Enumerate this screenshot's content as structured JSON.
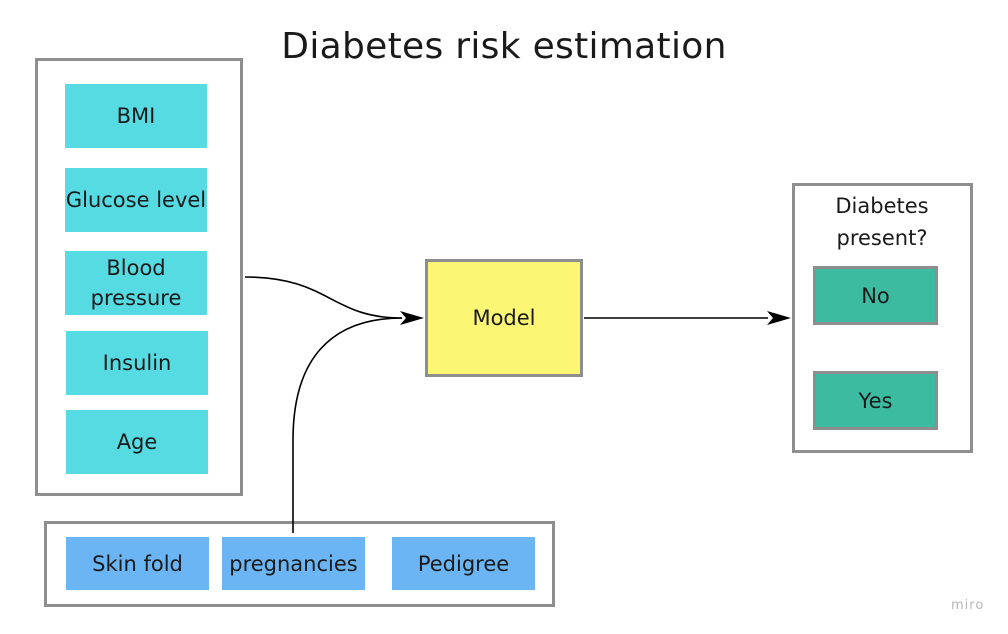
{
  "title": "Diabetes risk estimation",
  "inputs_primary": [
    "BMI",
    "Glucose level",
    "Blood pressure",
    "Insulin",
    "Age"
  ],
  "inputs_secondary": [
    "Skin fold",
    "pregnancies",
    "Pedigree"
  ],
  "model": {
    "label": "Model"
  },
  "output": {
    "label": "Diabetes present?",
    "options": [
      "No",
      "Yes"
    ]
  },
  "watermark": "miro",
  "colors": {
    "primary_input": "#56dbe3",
    "secondary_input": "#6bb5f4",
    "model": "#fbf673",
    "output_option": "#3cbba0",
    "group_border": "#8e8e8e"
  }
}
